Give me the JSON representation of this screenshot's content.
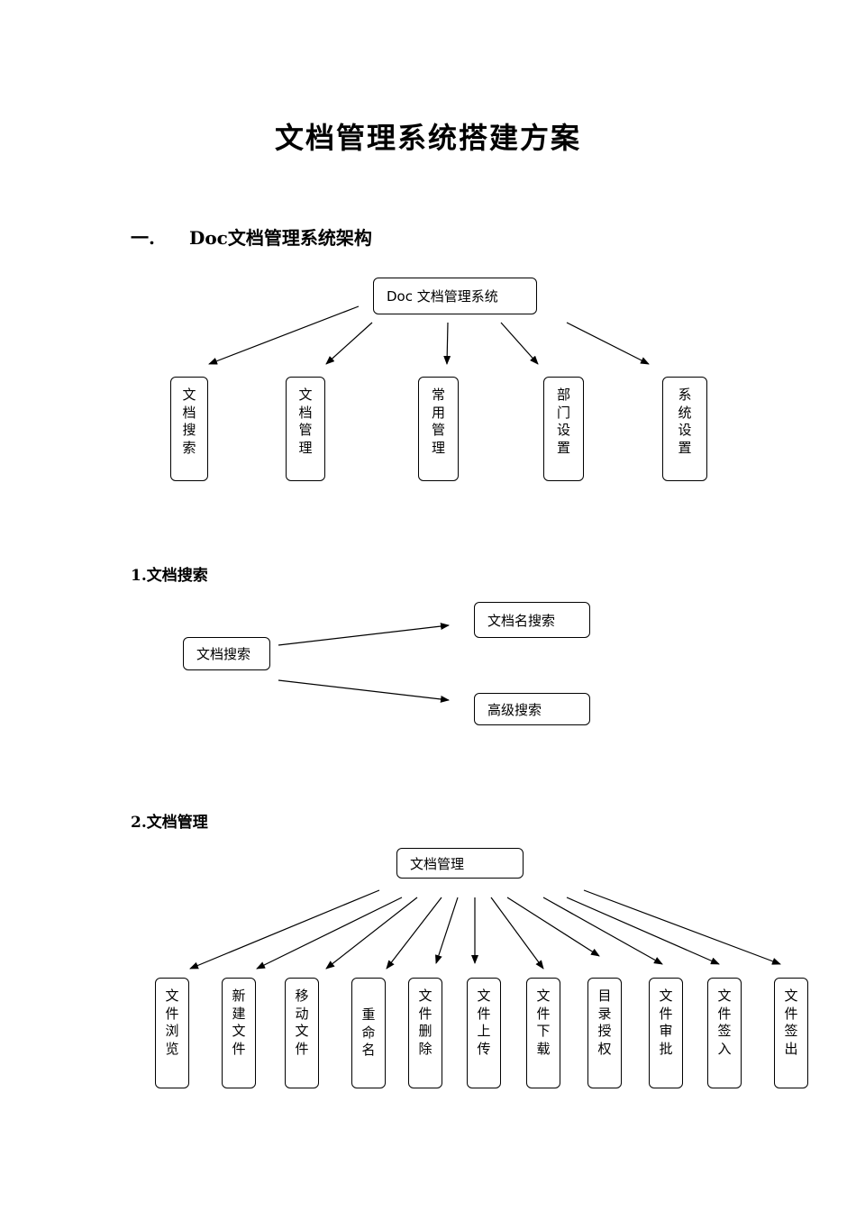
{
  "title": "文档管理系统搭建方案",
  "section1": {
    "number": "一.",
    "heading": "Doc文档管理系统架构",
    "root": "Doc 文档管理系统",
    "children": [
      "文档搜索",
      "文档管理",
      "常用管理",
      "部门设置",
      "系统设置"
    ]
  },
  "section2": {
    "heading": "1.文档搜索",
    "root": "文档搜索",
    "children": [
      "文档名搜索",
      "高级搜索"
    ]
  },
  "section3": {
    "heading": "2.文档管理",
    "root": "文档管理",
    "children": [
      "文件浏览",
      "新建文件",
      "移动文件",
      "重命名",
      "文件删除",
      "文件上传",
      "文件下载",
      "目录授权",
      "文件审批",
      "文件签入",
      "文件签出"
    ]
  }
}
